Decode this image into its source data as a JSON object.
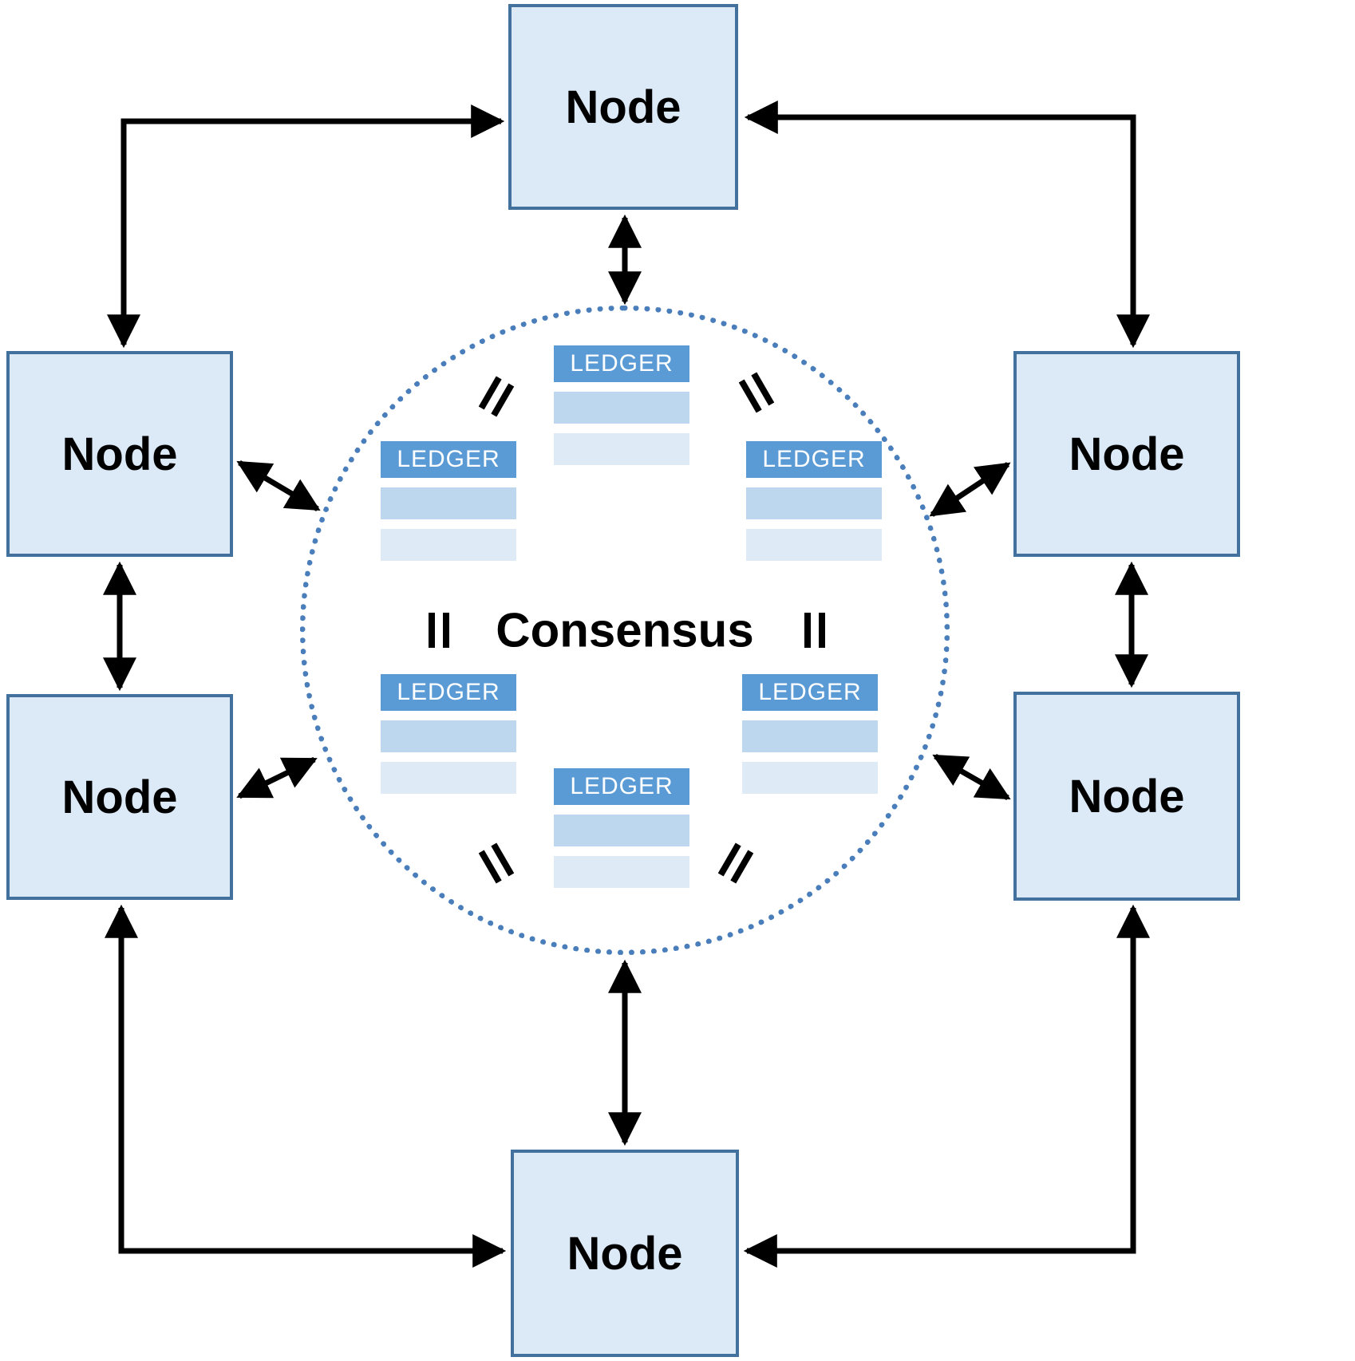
{
  "diagram": {
    "consensus_label": "Consensus",
    "nodes": [
      {
        "id": "node-top",
        "label": "Node"
      },
      {
        "id": "node-left-upper",
        "label": "Node"
      },
      {
        "id": "node-right-upper",
        "label": "Node"
      },
      {
        "id": "node-left-lower",
        "label": "Node"
      },
      {
        "id": "node-right-lower",
        "label": "Node"
      },
      {
        "id": "node-bottom",
        "label": "Node"
      }
    ],
    "ledgers": [
      {
        "position": "top",
        "label": "LEDGER"
      },
      {
        "position": "upper-left",
        "label": "LEDGER"
      },
      {
        "position": "upper-right",
        "label": "LEDGER"
      },
      {
        "position": "lower-left",
        "label": "LEDGER"
      },
      {
        "position": "lower-right",
        "label": "LEDGER"
      },
      {
        "position": "bottom",
        "label": "LEDGER"
      }
    ],
    "colors": {
      "node_fill": "#dce9f7",
      "node_border": "#41719c",
      "ledger_header": "#5b9bd5",
      "ledger_row_medium": "#bdd7ee",
      "ledger_row_light": "#deebf7",
      "circle_dotted": "#4a7ebb",
      "arrow": "#000000"
    }
  }
}
